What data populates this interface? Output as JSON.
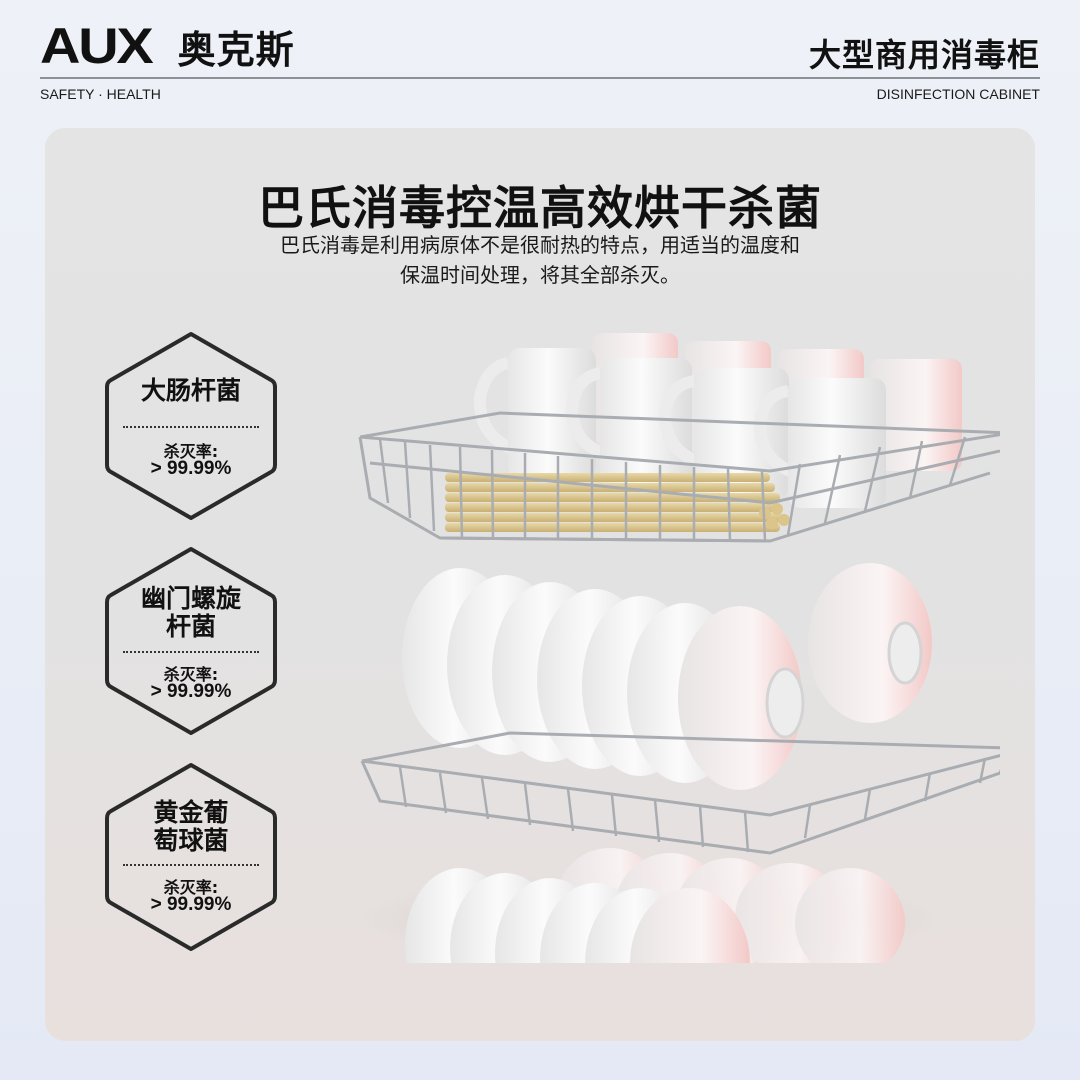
{
  "header": {
    "brand_mark": "AUX",
    "brand_cn": "奥克斯",
    "tagline_left": "SAFETY · HEALTH",
    "product_title": "大型商用消毒柜",
    "tagline_right": "DISINFECTION CABINET"
  },
  "feature": {
    "headline": "巴氏消毒控温高效烘干杀菌",
    "description_line1": "巴氏消毒是利用病原体不是很耐热的特点，用适当的温度和",
    "description_line2": "保温时间处理，将其全部杀灭。"
  },
  "badges": [
    {
      "name_line1": "大肠杆菌",
      "name_line2": "",
      "rate_label": "杀灭率:",
      "rate_value": "> 99.99%"
    },
    {
      "name_line1": "幽门螺旋",
      "name_line2": "杆菌",
      "rate_label": "杀灭率:",
      "rate_value": "> 99.99%"
    },
    {
      "name_line1": "黄金葡",
      "name_line2": "萄球菌",
      "rate_label": "杀灭率:",
      "rate_value": "> 99.99%"
    }
  ],
  "product_image": {
    "alt": "三层不锈钢碗碟架：上层马克杯与筷子，中层与下层白瓷碗",
    "racks": [
      "mugs-and-chopsticks",
      "bowls",
      "bowls"
    ]
  },
  "colors": {
    "page_bg": "#eaeef6",
    "card_bg": "#e3e3e3",
    "text": "#111111",
    "rule": "#8d9097",
    "wire": "#b9bcc0",
    "ceramic": "#f4f4f4",
    "chopstick": "#d8c48a"
  }
}
